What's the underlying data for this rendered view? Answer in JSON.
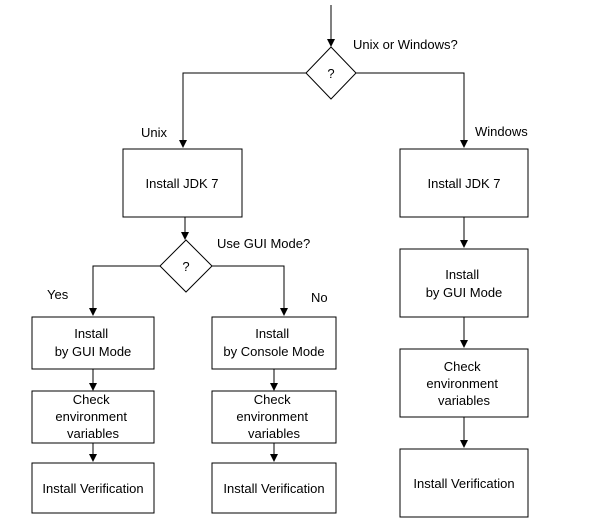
{
  "decision_top": {
    "symbol": "?",
    "question": "Unix or Windows?",
    "left_branch": "Unix",
    "right_branch": "Windows"
  },
  "unix": {
    "install_jdk": "Install JDK 7",
    "decision": {
      "symbol": "?",
      "question": "Use GUI Mode?",
      "yes": "Yes",
      "no": "No"
    },
    "gui_branch": {
      "install_line1": "Install",
      "install_line2": "by GUI Mode",
      "check_line1": "Check",
      "check_line2": "environment",
      "check_line3": "variables",
      "verify": "Install Verification"
    },
    "console_branch": {
      "install_line1": "Install",
      "install_line2": "by Console Mode",
      "check_line1": "Check",
      "check_line2": "environment",
      "check_line3": "variables",
      "verify": "Install Verification"
    }
  },
  "windows": {
    "install_jdk": "Install JDK 7",
    "install_line1": "Install",
    "install_line2": "by GUI Mode",
    "check_line1": "Check",
    "check_line2": "environment",
    "check_line3": "variables",
    "verify": "Install Verification"
  }
}
